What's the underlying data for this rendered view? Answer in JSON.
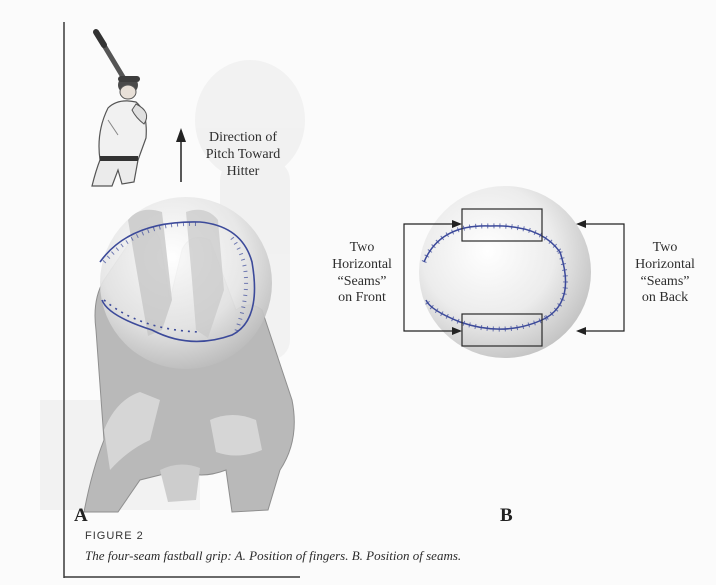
{
  "labels": {
    "direction": [
      "Direction of",
      "Pitch Toward",
      "Hitter"
    ],
    "front": [
      "Two",
      "Horizontal",
      "“Seams”",
      "on Front"
    ],
    "back": [
      "Two",
      "Horizontal",
      "“Seams”",
      "on Back"
    ]
  },
  "panels": {
    "a": "A",
    "b": "B"
  },
  "caption": {
    "head": "FIGURE 2",
    "text": "The four-seam fastball grip: A. Position of fingers. B. Position of seams."
  }
}
